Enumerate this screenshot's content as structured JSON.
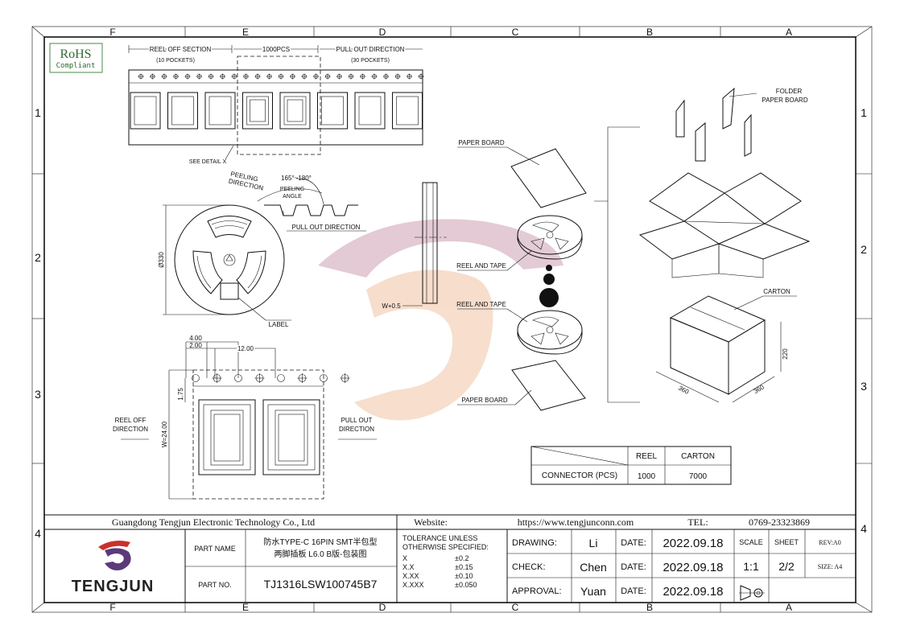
{
  "zones": {
    "top": [
      "F",
      "E",
      "D",
      "C",
      "B",
      "A"
    ],
    "side": [
      "1",
      "2",
      "3",
      "4"
    ]
  },
  "rohs": {
    "line1": "RoHS",
    "line2": "Compliant"
  },
  "tape_top": {
    "reel_off_section": "REEL OFF SECTION",
    "reel_off_pockets": "(10 POCKETS)",
    "pcs": "1000PCS",
    "pull_out_direction": "PULL OUT DIRECTION",
    "pull_out_pockets": "(30 POCKETS)",
    "see_detail": "SEE DETAIL X"
  },
  "reel_view": {
    "peeling_direction_1": "PEELING",
    "peeling_direction_2": "DIRECTION",
    "peel_angle_range": "165°~180°",
    "peeling_angle_1": "PEELING",
    "peeling_angle_2": "ANGLE",
    "pull_out_direction": "PULL OUT DIRECTION",
    "diameter": "Ø330",
    "label": "LABEL",
    "width": "W+0.5"
  },
  "detail": {
    "dim_4": "4.00",
    "dim_2": "2.00",
    "dim_12": "12.00",
    "dim_175": "1.75",
    "dim_w": "W=24.00",
    "reel_off_1": "REEL OFF",
    "reel_off_2": "DIRECTION",
    "pull_out_1": "PULL OUT",
    "pull_out_2": "DIRECTION"
  },
  "packing": {
    "paper_board_top": "PAPER BOARD",
    "reel_and_tape_1": "REEL AND TAPE",
    "reel_and_tape_2": "REEL AND TAPE",
    "paper_board_bottom": "PAPER BOARD",
    "folder_1": "FOLDER",
    "folder_2": "PAPER BOARD",
    "carton": "CARTON",
    "dim_220": "220",
    "dim_360a": "360",
    "dim_360b": "360"
  },
  "qty_table": {
    "col_reel": "REEL",
    "col_carton": "CARTON",
    "row_label": "CONNECTOR (PCS)",
    "reel_qty": "1000",
    "carton_qty": "7000"
  },
  "title_block": {
    "company": "Guangdong Tengjun Electronic Technology Co., Ltd",
    "website_label": "Website:",
    "website": "https://www.tengjunconn.com",
    "tel_label": "TEL:",
    "tel": "0769-23323869",
    "logo_text": "TENGJUN",
    "part_name_label": "PART NAME",
    "part_name_1": "防水TYPE-C 16PIN SMT半包型",
    "part_name_2": "两脚插板 L6.0 B版-包装图",
    "part_no_label": "PART NO.",
    "part_no": "TJ1316LSW100745B7",
    "tol_head_1": "TOLERANCE  UNLESS",
    "tol_head_2": "OTHERWISE  SPECIFIED:",
    "tol": [
      {
        "k": "X",
        "v": "±0.2"
      },
      {
        "k": "X.X",
        "v": "±0.15"
      },
      {
        "k": "X.XX",
        "v": "±0.10"
      },
      {
        "k": "X.XXX",
        "v": "±0.050"
      }
    ],
    "drawing_label": "DRAWING:",
    "drawing_by": "Li",
    "check_label": "CHECK:",
    "check_by": "Chen",
    "approval_label": "APPROVAL:",
    "approval_by": "Yuan",
    "date_label": "DATE:",
    "date": "2022.09.18",
    "scale_label": "SCALE",
    "scale": "1:1",
    "sheet_label": "SHEET",
    "sheet": "2/2",
    "rev": "REV:A0",
    "size": "SIZE: A4"
  },
  "colors": {
    "line": "#111111",
    "logo_red": "#c9302c",
    "logo_purple": "#5c3a7a",
    "watermark": "#d8c6cf"
  }
}
